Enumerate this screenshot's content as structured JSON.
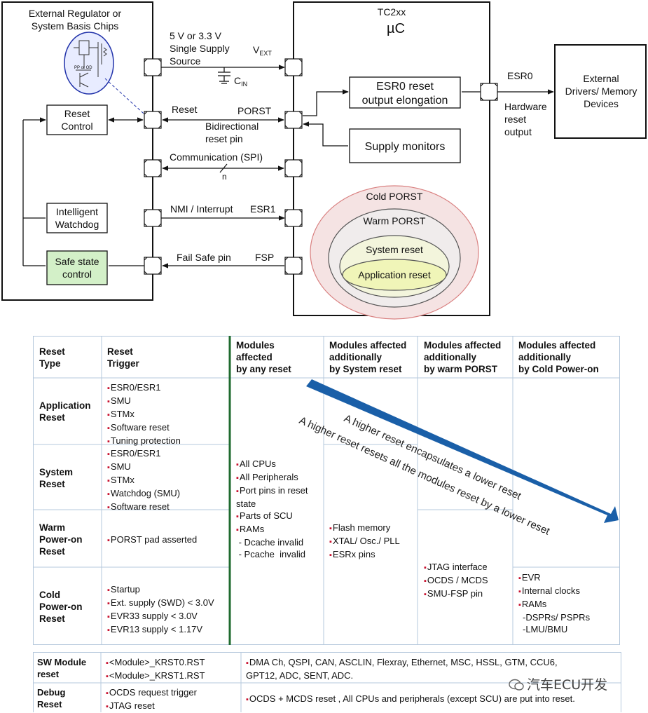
{
  "diagram": {
    "ext_box_title": [
      "External Regulator or",
      "System Basis Chips"
    ],
    "mc_title": "TC2xx",
    "mc_sub": "µC",
    "supply_label": [
      "5 V or 3.3 V",
      "Single Supply",
      "Source"
    ],
    "vext": "V",
    "vext_sub": "EXT",
    "cin": "C",
    "cin_sub": "IN",
    "reset_label": "Reset",
    "porst_label": "PORST",
    "bidir_label": [
      "Bidirectional",
      "reset pin"
    ],
    "comm_label": "Communication (SPI)",
    "n_label": "n",
    "nmi_label": "NMI / Interrupt",
    "esr1_label": "ESR1",
    "failsafe_label": "Fail Safe pin",
    "fsp_label": "FSP",
    "reset_control": [
      "Reset",
      "Control"
    ],
    "watchdog": [
      "Intelligent",
      "Watchdog"
    ],
    "safe_state": [
      "Safe state",
      "control"
    ],
    "esr0_box": [
      "ESR0 reset",
      "output elongation"
    ],
    "supply_monitors": "Supply monitors",
    "esr0_label": "ESR0",
    "hw_reset_output": [
      "Hardware",
      "reset",
      "output"
    ],
    "ext_drivers": [
      "External",
      "Drivers/ Memory",
      "Devices"
    ],
    "circles": [
      "Cold PORST",
      "Warm PORST",
      "System reset",
      "Application reset"
    ],
    "schematic_label": "PP or OD"
  },
  "table": {
    "headers": [
      "Reset\nType",
      "Reset\nTrigger",
      "Modules\naffected\nby any reset",
      "Modules affected\nadditionally\nby System reset",
      "Modules affected\nadditionally\nby warm PORST",
      "Modules affected\nadditionally\nby Cold Power-on"
    ],
    "row_types": [
      "Application\nReset",
      "System\nReset",
      "Warm\nPower-on\nReset",
      "Cold\nPower-on\nReset"
    ],
    "triggers": [
      [
        "ESR0/ESR1",
        "SMU",
        "STMx",
        "Software reset",
        "Tuning protection"
      ],
      [
        "ESR0/ESR1",
        "SMU",
        "STMx",
        "Watchdog (SMU)",
        "Software reset"
      ],
      [
        "PORST pad asserted"
      ],
      [
        "Startup",
        "Ext. supply (SWD) < 3.0V",
        "EVR33 supply < 3.0V",
        "EVR13 supply < 1.17V"
      ]
    ],
    "any_reset": [
      {
        "text": "All CPUs",
        "bullet": true
      },
      {
        "text": "All Peripherals",
        "bullet": true
      },
      {
        "text": "Port pins in reset",
        "bullet": true
      },
      {
        "text": "state",
        "bullet": false
      },
      {
        "text": "Parts of SCU",
        "bullet": true
      },
      {
        "text": "RAMs",
        "bullet": true
      },
      {
        "text": " - Dcache invalid",
        "bullet": false
      },
      {
        "text": " - Pcache  invalid",
        "bullet": false
      }
    ],
    "system_reset": [
      "Flash memory",
      "XTAL/ Osc./ PLL",
      "ESRx pins"
    ],
    "warm_porst": [
      "JTAG interface",
      "OCDS / MCDS",
      "SMU-FSP pin"
    ],
    "cold_poweron": [
      {
        "text": "EVR",
        "bullet": true
      },
      {
        "text": "Internal clocks",
        "bullet": true
      },
      {
        "text": "RAMs",
        "bullet": true
      },
      {
        "text": "-DSPRs/ PSPRs",
        "bullet": false
      },
      {
        "text": "-LMU/BMU",
        "bullet": false
      }
    ],
    "arrow_text_1": "A higher reset encapsulates a lower reset",
    "arrow_text_2": "A higher reset resets all the modules reset by a lower reset"
  },
  "bottom": {
    "sw_label": "SW Module\nreset",
    "sw_items": [
      "<Module>_KRST0.RST",
      "<Module>_KRST1.RST"
    ],
    "sw_desc": [
      "DMA Ch, QSPI, CAN, ASCLIN, Flexray, Ethernet, MSC, HSSL, GTM,  CCU6,",
      "GPT12, ADC, SENT, ADC."
    ],
    "debug_label": "Debug\nReset",
    "debug_items": [
      "OCDS request trigger",
      "JTAG reset"
    ],
    "debug_desc": "OCDS + MCDS reset , All CPUs and peripherals (except SCU) are put into reset."
  },
  "watermark": "汽车ECU开发",
  "colors": {
    "arrow": "#1a5fa8",
    "divider": "#1f6b2f",
    "safe_state_fill": "#d3f0c8",
    "bullet": "#c8102e",
    "grid": "#b5c8dc",
    "cold_fill": "#f5e3e3",
    "warm_fill": "#f0ecec",
    "system_fill": "#f3f5dc",
    "app_fill": "#f0f5b8",
    "schematic_fill": "#e8ecff"
  }
}
